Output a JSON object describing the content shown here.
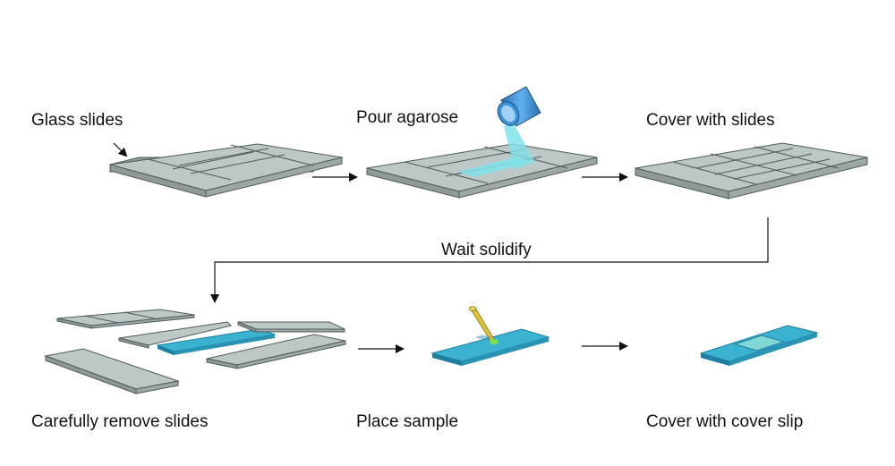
{
  "steps": {
    "glass_slides": "Glass slides",
    "pour_agarose": "Pour agarose",
    "cover_with_slides": "Cover with slides",
    "wait_solidify": "Wait solidify",
    "carefully_remove": "Carefully remove slides",
    "place_sample": "Place sample",
    "cover_with_cover_slip": "Cover with cover slip"
  },
  "colors": {
    "slide_top": "#bcc7c6",
    "slide_edge": "#8e9998",
    "slide_outline": "#4f5a5a",
    "agarose": "#7fe3ea",
    "gel_slab": "#3bb2cf",
    "gel_slab_edge": "#1f7ea0",
    "cover_slip": "#7fd8d4",
    "can": "#3b8fd6",
    "pipette": "#d9c23a",
    "sample_drop": "#7ee04a"
  }
}
